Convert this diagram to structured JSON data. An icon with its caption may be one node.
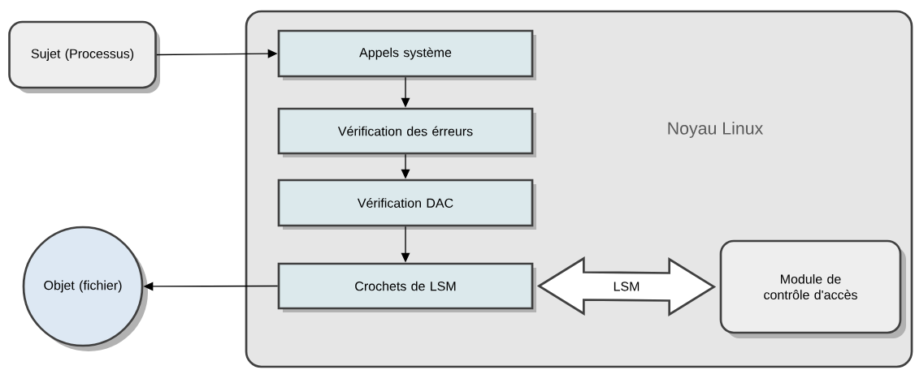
{
  "diagram": {
    "nodes": [
      {
        "text": [
          "Sujet (Processus)"
        ]
      },
      {
        "text": [
          "Noyau Linux"
        ]
      },
      {
        "text": [
          "Appels système"
        ],
        "in": 1
      },
      {
        "text": [
          "Vérification des érreurs"
        ],
        "in": 1
      },
      {
        "text": [
          "Vérification DAC"
        ],
        "in": 1
      },
      {
        "text": [
          "Crochets de LSM"
        ],
        "in": 1
      },
      {
        "text": [
          "Objet (fichier)"
        ]
      },
      {
        "text": [
          "Module de contrôle d'accès"
        ],
        "in": 1
      }
    ],
    "edges": [
      {
        "from": 0,
        "to": 2,
        "arrow": "to"
      },
      {
        "from": 2,
        "to": 3,
        "arrow": "to"
      },
      {
        "from": 3,
        "to": 4,
        "arrow": "to"
      },
      {
        "from": 4,
        "to": 5,
        "arrow": "to"
      },
      {
        "from": 5,
        "to": 6,
        "arrow": "to"
      },
      {
        "from": 5,
        "to": 7,
        "arrow": "both",
        "label": "LSM",
        "style": "thick"
      }
    ]
  }
}
